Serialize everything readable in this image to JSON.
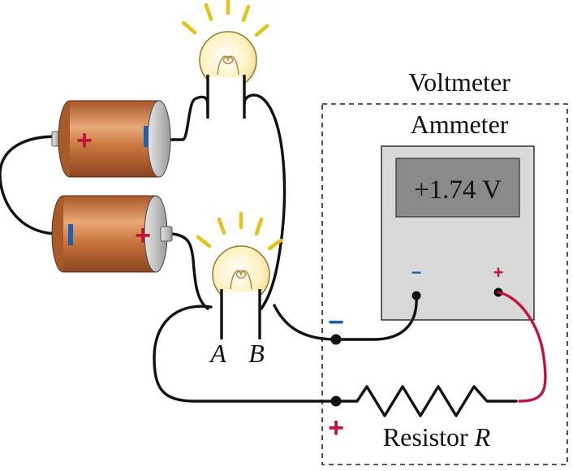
{
  "labels": {
    "voltmeter": "Voltmeter",
    "ammeter": "Ammeter",
    "display": "+1.74 V",
    "meter_minus": "−",
    "meter_plus": "+",
    "terminal_minus": "−",
    "terminal_plus": "+",
    "battery_top_plus": "+",
    "battery_top_minus": "−",
    "battery_bottom_minus": "−",
    "battery_bottom_plus": "+",
    "bulb_point_a": "A",
    "bulb_point_b": "B",
    "resistor_prefix": "Resistor ",
    "resistor_symbol": "R"
  },
  "colors": {
    "wire": "#111111",
    "red_lead": "#c0143c",
    "plus": "#c0143c",
    "minus": "#1f5fb0",
    "meter_body": "#d9d9d9",
    "meter_screen": "#8a8a8a",
    "battery_copper": "#c9763e",
    "glow": "#e4c21a",
    "bulb": "#fff3c2"
  },
  "icons": {
    "battery": "battery-icon",
    "bulb": "light-bulb-icon",
    "resistor": "resistor-icon",
    "meter": "multimeter-icon"
  }
}
